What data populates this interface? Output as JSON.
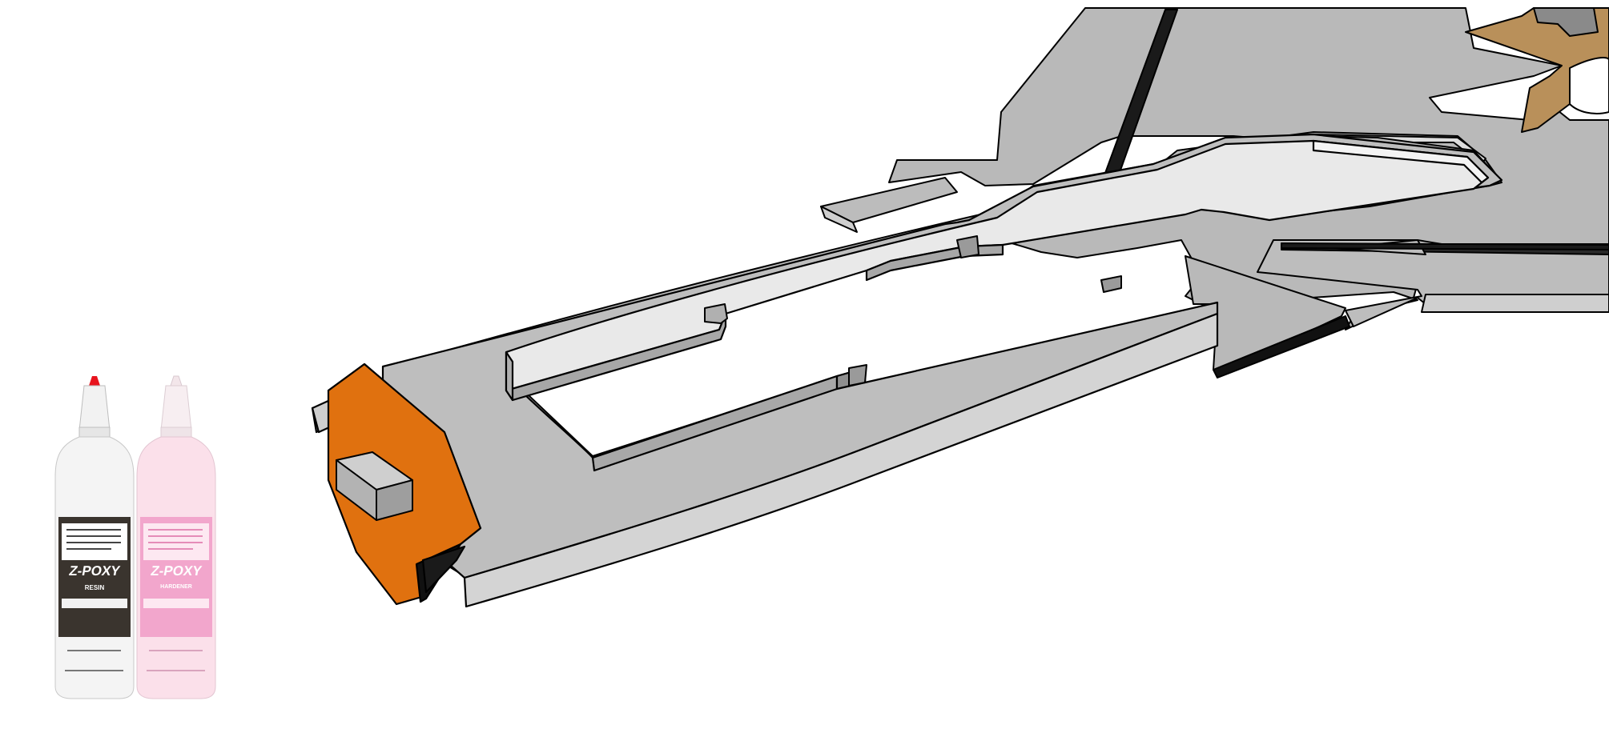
{
  "scene": {
    "background_top": "#ffffff",
    "background_bottom": "#c4c4c4",
    "part_color": "#b9b9b9",
    "part_edge_color": "#8c8c8c",
    "firewall_color": "#e0710f",
    "firewall_dark": "#b05508",
    "plywood_color": "#b9905a",
    "outline_color": "#000000"
  },
  "glue_photo": {
    "resin_bottle": {
      "cap_color": "#e8141e",
      "label_color": "#3a342e",
      "brand": "Z-POXY",
      "product": "RESIN"
    },
    "hardener_bottle": {
      "cap_color": "#f3e6ea",
      "label_color": "#f2a6cc",
      "brand": "Z-POXY",
      "product": "HARDENER"
    }
  }
}
